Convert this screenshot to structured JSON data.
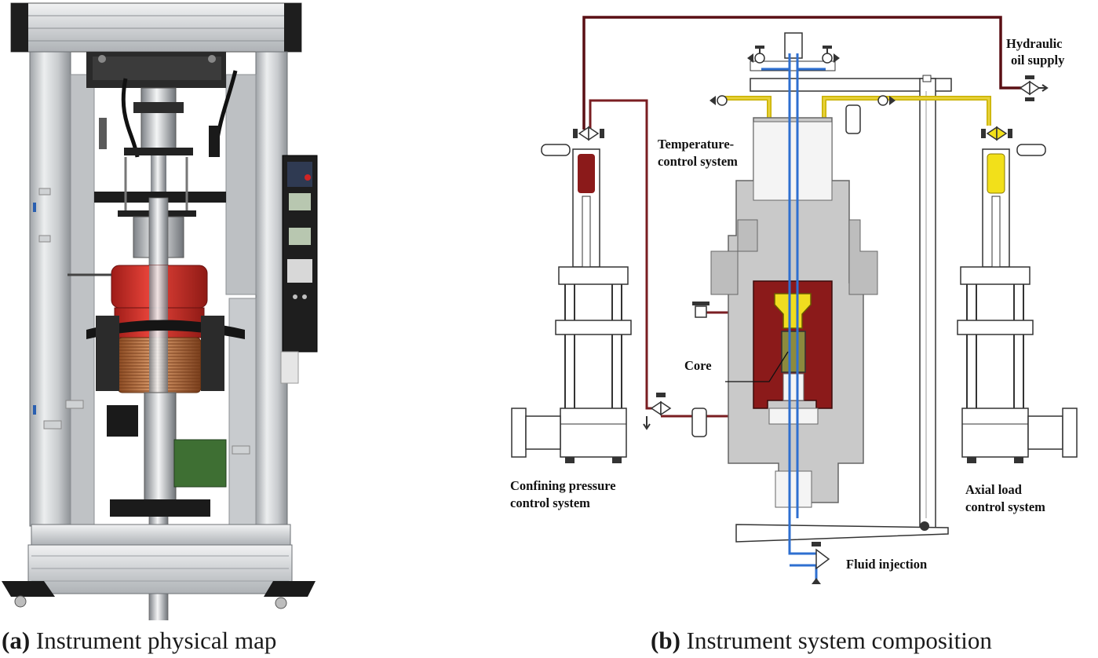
{
  "panel_a": {
    "caption_letter": "(a)",
    "caption_text": " Instrument physical map"
  },
  "panel_b": {
    "caption_letter": "(b)",
    "caption_text": " Instrument system composition",
    "labels": {
      "hydraulic_1": "Hydraulic",
      "hydraulic_2": "oil supply",
      "temperature_1": "Temperature-",
      "temperature_2": "control system",
      "core": "Core",
      "confining_1": "Confining pressure",
      "confining_2": "control system",
      "axial_1": "Axial load",
      "axial_2": "control system",
      "fluid": "Fluid injection"
    }
  },
  "colors": {
    "hydraulic_line": "#5a0f14",
    "confining_fluid": "#8b1a1a",
    "axial_oil": "#e3c800",
    "fluid_line": "#2e6fd0",
    "frame_aluminum": "#d4d6d8",
    "heater_red": "#d8322c",
    "vessel_gray": "#c9c9c9"
  }
}
